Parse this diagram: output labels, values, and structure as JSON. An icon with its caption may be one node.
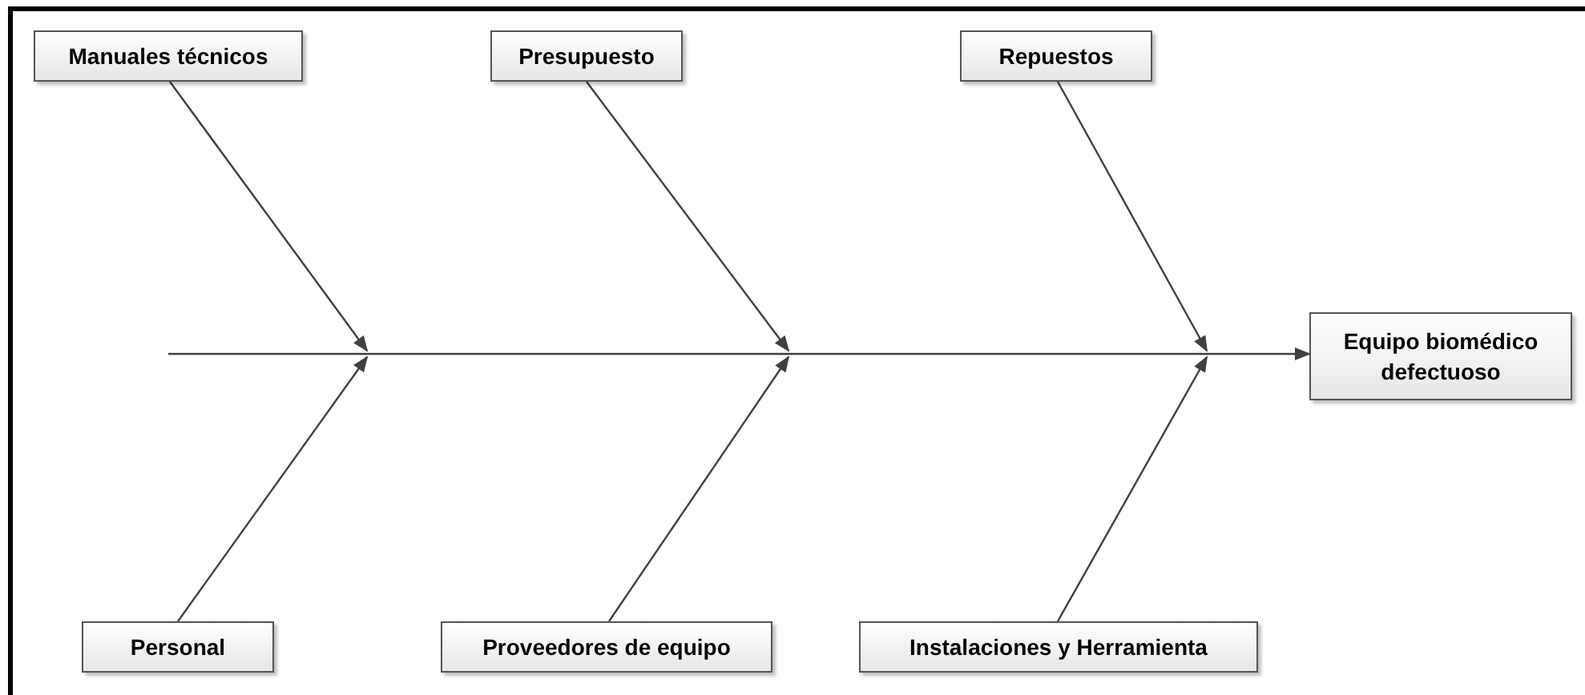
{
  "diagram": {
    "nodes": [
      {
        "text": [
          "Manuales técnicos"
        ]
      },
      {
        "text": [
          "Presupuesto"
        ]
      },
      {
        "text": [
          "Repuestos"
        ]
      },
      {
        "text": [
          "Equipo biomédico defectuoso"
        ]
      },
      {
        "text": [
          "Personal"
        ]
      },
      {
        "text": [
          "Proveedores de equipo"
        ]
      },
      {
        "text": [
          "Instalaciones y Herramienta"
        ]
      }
    ],
    "edges": [
      {
        "from": null,
        "to": 3,
        "arrow": "to"
      },
      {
        "from": 0,
        "to": null,
        "arrow": "to"
      },
      {
        "from": 4,
        "to": null,
        "arrow": "to"
      },
      {
        "from": 1,
        "to": null,
        "arrow": "to"
      },
      {
        "from": 5,
        "to": null,
        "arrow": "to"
      },
      {
        "from": 2,
        "to": null,
        "arrow": "to"
      },
      {
        "from": 6,
        "to": null,
        "arrow": "to"
      }
    ]
  }
}
